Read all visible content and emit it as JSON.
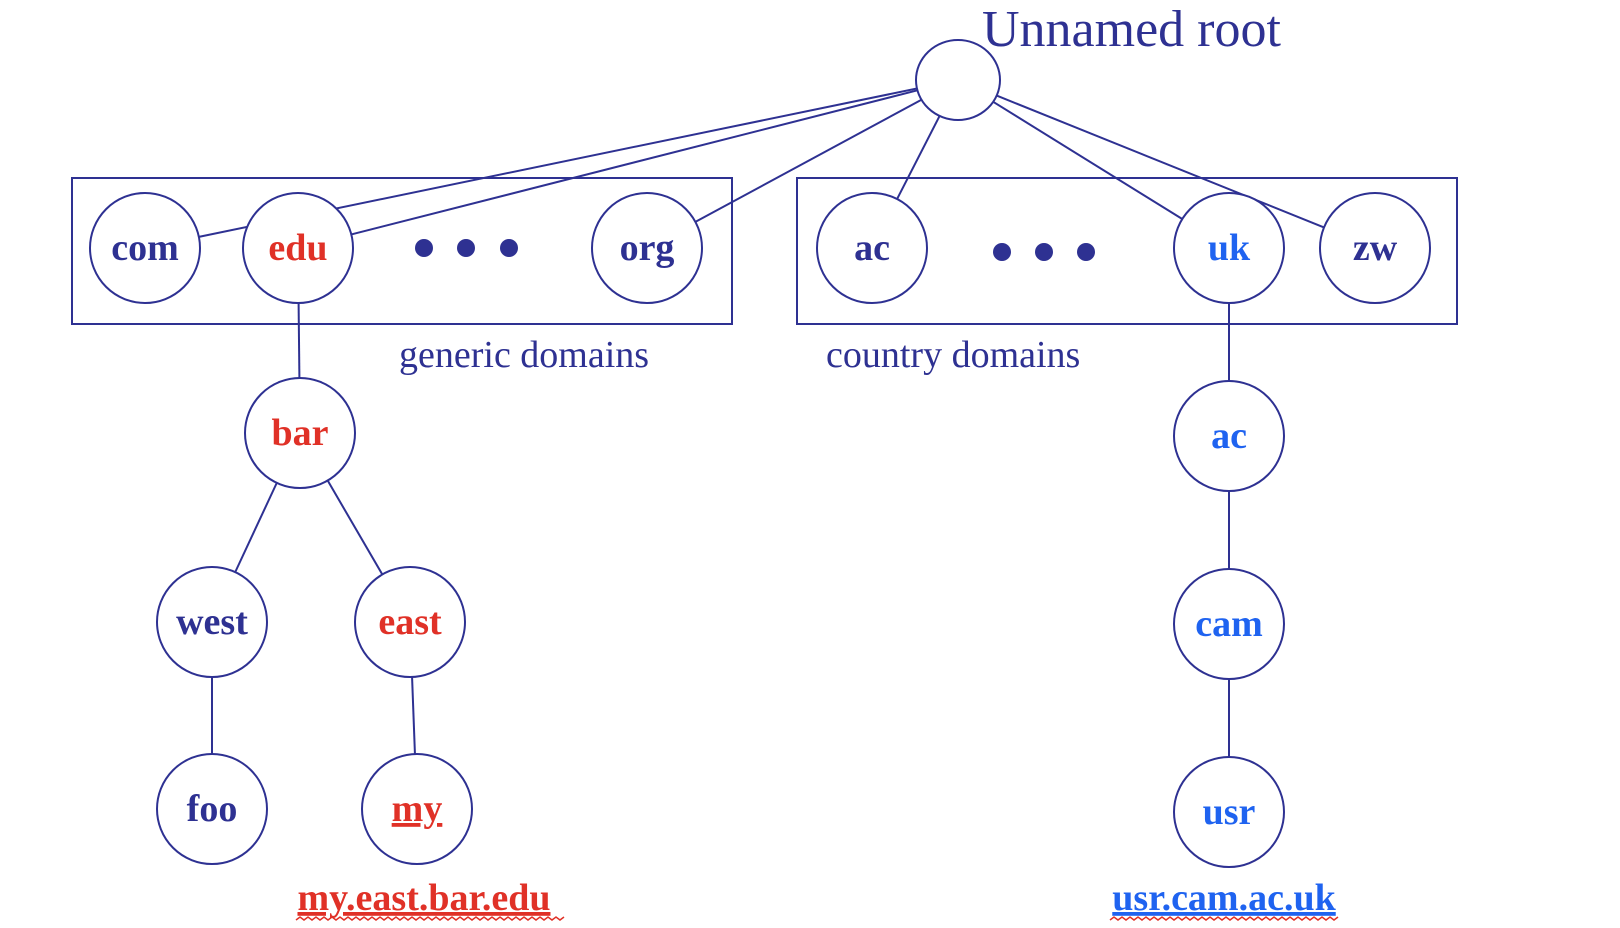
{
  "title": "Unnamed root",
  "colors": {
    "line": "#2e3192",
    "navy": "#2e3192",
    "red": "#e03127",
    "blue": "#1f63f0"
  },
  "generic_caption": "generic domains",
  "country_caption": "country domains",
  "nodes": {
    "com": {
      "label": "com",
      "color": "navy"
    },
    "edu": {
      "label": "edu",
      "color": "red"
    },
    "org": {
      "label": "org",
      "color": "navy"
    },
    "ac_top": {
      "label": "ac",
      "color": "navy"
    },
    "uk": {
      "label": "uk",
      "color": "blue"
    },
    "zw": {
      "label": "zw",
      "color": "navy"
    },
    "bar": {
      "label": "bar",
      "color": "red"
    },
    "west": {
      "label": "west",
      "color": "navy"
    },
    "east": {
      "label": "east",
      "color": "red"
    },
    "foo": {
      "label": "foo",
      "color": "navy"
    },
    "my": {
      "label": "my",
      "color": "red"
    },
    "ac_uk": {
      "label": "ac",
      "color": "blue"
    },
    "cam": {
      "label": "cam",
      "color": "blue"
    },
    "usr": {
      "label": "usr",
      "color": "blue"
    }
  },
  "edges": [
    [
      "root",
      "com"
    ],
    [
      "root",
      "edu"
    ],
    [
      "root",
      "org"
    ],
    [
      "root",
      "ac_top"
    ],
    [
      "root",
      "uk"
    ],
    [
      "root",
      "zw"
    ],
    [
      "edu",
      "bar"
    ],
    [
      "bar",
      "west"
    ],
    [
      "bar",
      "east"
    ],
    [
      "west",
      "foo"
    ],
    [
      "east",
      "my"
    ],
    [
      "uk",
      "ac_uk"
    ],
    [
      "ac_uk",
      "cam"
    ],
    [
      "cam",
      "usr"
    ]
  ],
  "fqdn_left": {
    "text": "my.east.bar.edu",
    "color": "red"
  },
  "fqdn_right": {
    "text": "usr.cam.ac.uk",
    "color": "blue"
  }
}
